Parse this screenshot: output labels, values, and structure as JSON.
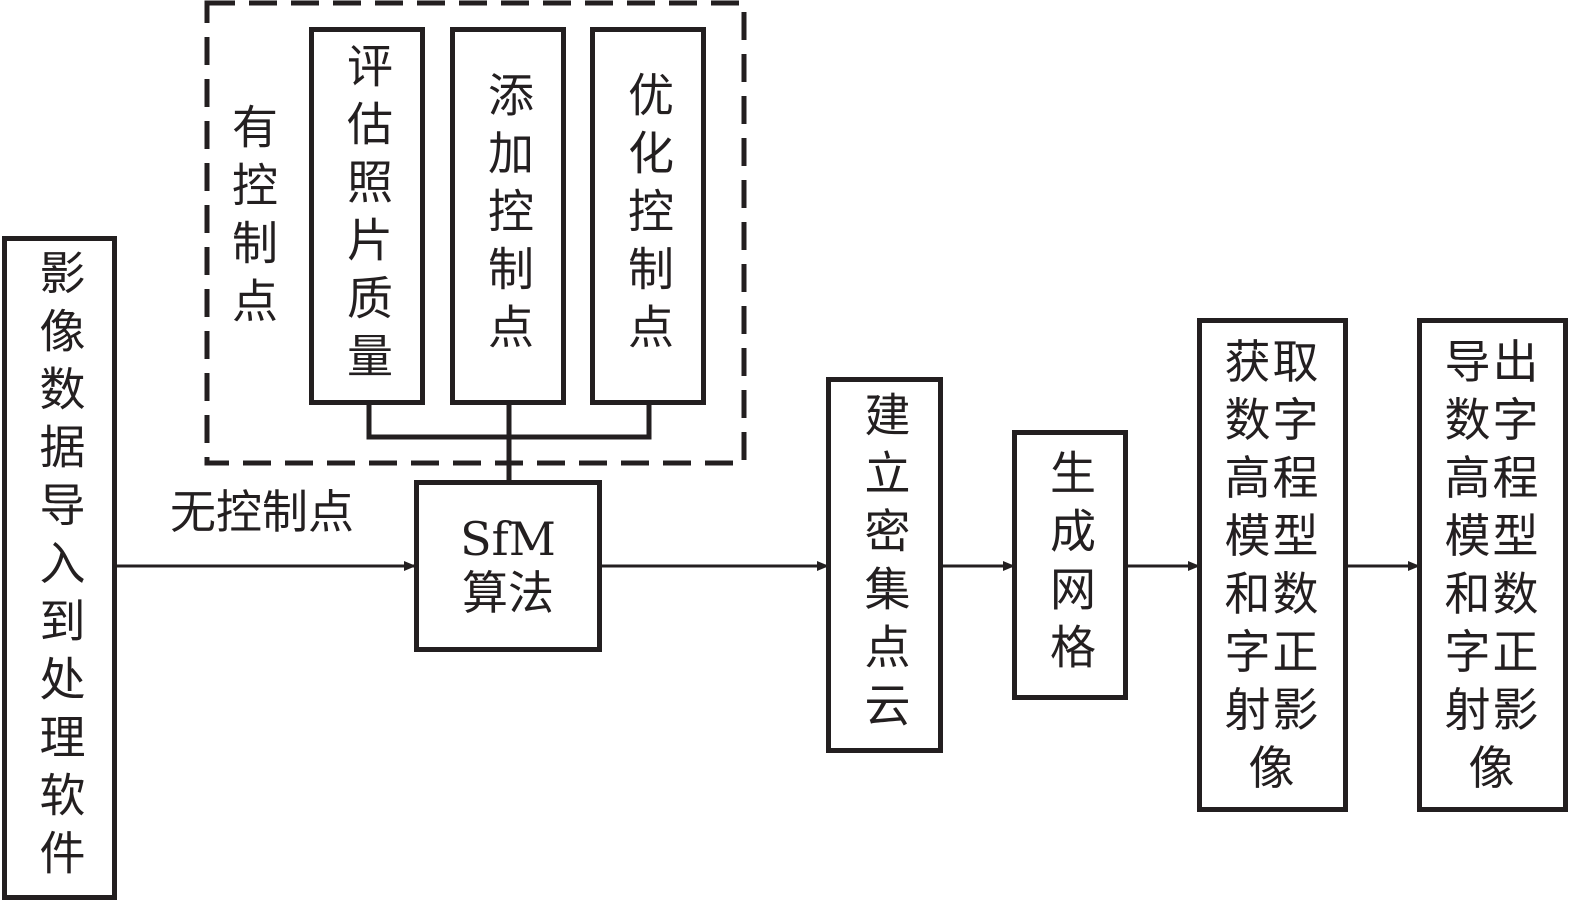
{
  "nodes": {
    "import": "影像数据导入到处理软件",
    "evaluate": "评估照片质量",
    "add_gcp": "添加控制点",
    "optimize_gcp": "优化控制点",
    "sfm": "SfM\n算法",
    "dense_cloud": "建立密集点云",
    "mesh": "生成网格",
    "acquire": "获取数字高程模型和数字正射影像",
    "export": "导出数字高程模型和数字正射影像"
  },
  "labels": {
    "with_gcp": "有控制点",
    "without_gcp": "无控制点"
  },
  "colors": {
    "stroke": "#231f20",
    "background": "#ffffff"
  }
}
